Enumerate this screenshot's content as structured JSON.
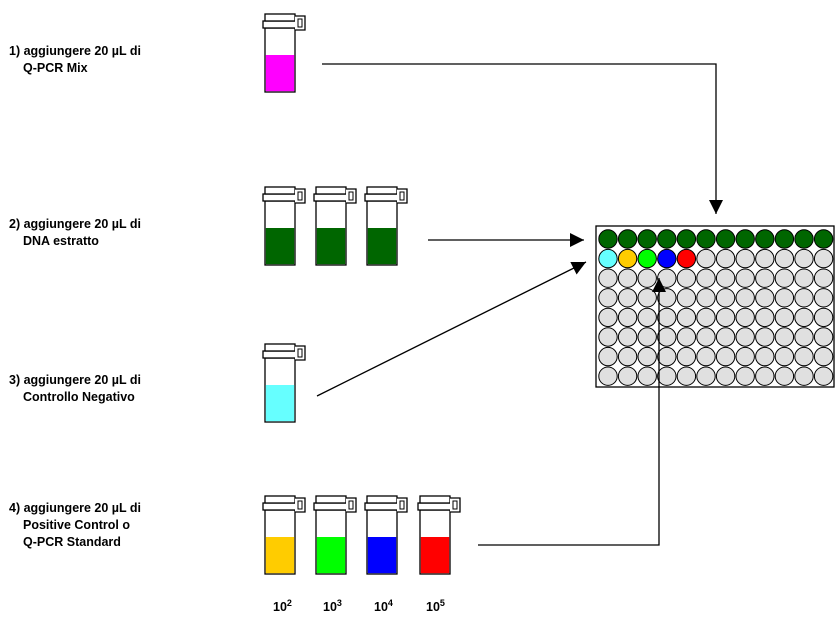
{
  "steps": [
    {
      "line1": "1) aggiungere 20 µL di",
      "line2": "Q-PCR Mix"
    },
    {
      "line1": "2) aggiungere 20 µL di",
      "line2": "DNA estratto"
    },
    {
      "line1": "3) aggiungere 20 µL di",
      "line2": "Controllo Negativo"
    },
    {
      "line1": "4) aggiungere 20 µL di",
      "line2": "Positive Control o",
      "line3": "Q-PCR Standard"
    }
  ],
  "standards": [
    {
      "base": "10",
      "exp": "2"
    },
    {
      "base": "10",
      "exp": "3"
    },
    {
      "base": "10",
      "exp": "4"
    },
    {
      "base": "10",
      "exp": "5"
    }
  ],
  "colors": {
    "mix": "#ff00ff",
    "dna": "#006600",
    "negative": "#66ffff",
    "std_1e2": "#ffcc00",
    "std_1e3": "#00ff00",
    "std_1e4": "#0000ff",
    "std_1e5": "#ff0000",
    "well_empty": "#e0e0e0"
  },
  "plate": {
    "rows": 8,
    "columns": 12,
    "row1_fill": "dna",
    "row2_fill": [
      "negative",
      "std_1e2",
      "std_1e3",
      "std_1e4",
      "std_1e5"
    ]
  }
}
